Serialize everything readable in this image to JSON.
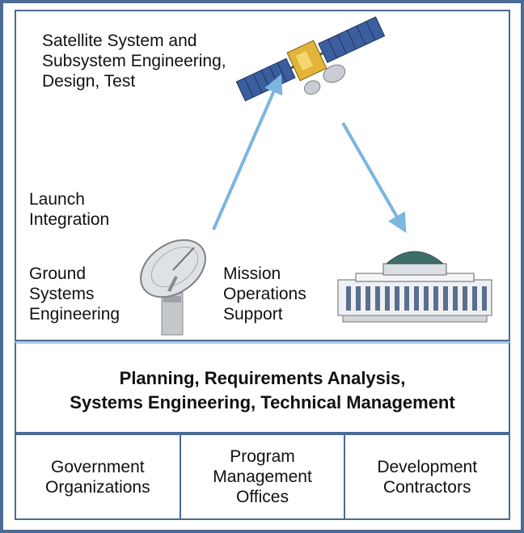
{
  "top": {
    "satellite_label": "Satellite System and\nSubsystem Engineering,\nDesign, Test",
    "launch_label": "Launch\nIntegration",
    "ground_label": "Ground\nSystems\nEngineering",
    "mission_label": "Mission\nOperations\nSupport",
    "icons": [
      "satellite-icon",
      "radar-dish-icon",
      "government-building-icon"
    ],
    "arrow_color": "#7ab6df"
  },
  "middle": {
    "line1": "Planning, Requirements Analysis,",
    "line2": "Systems Engineering, Technical Management"
  },
  "bottom": {
    "cells": [
      "Government\nOrganizations",
      "Program\nManagement\nOffices",
      "Development\nContractors"
    ]
  },
  "colors": {
    "border": "#4a6b94",
    "accent": "#a8cce6"
  }
}
